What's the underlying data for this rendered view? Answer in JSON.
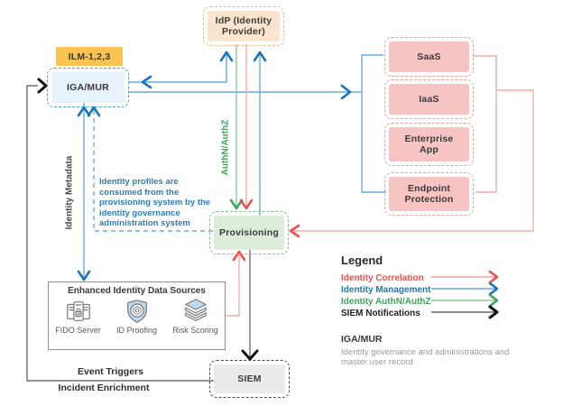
{
  "diagram": {
    "nodes": {
      "ilm": "ILM-1,2,3",
      "iga": "IGA/MUR",
      "idp": "IdP (Identity Provider)",
      "saas": "SaaS",
      "iaas": "IaaS",
      "enterprise_app": "Enterprise App",
      "endpoint_protection": "Endpoint Protection",
      "provisioning": "Provisioning",
      "siem": "SIEM"
    },
    "edge_labels": {
      "identity_metadata": "Identity Metadata",
      "authn_authz": "AuthN/AuthZ",
      "event_triggers": "Event Triggers",
      "incident_enrichment": "Incident Enrichment"
    },
    "annotation": "Identity profiles are consumed from the provisioning system by the identity governance administration system",
    "data_sources": {
      "title": "Enhanced Identity Data Sources",
      "items": [
        {
          "label": "FIDO Server",
          "icon": "fido-server-icon"
        },
        {
          "label": "ID Proofing",
          "icon": "id-proofing-shield-icon"
        },
        {
          "label": "Risk Scoring",
          "icon": "risk-scoring-layers-icon"
        }
      ]
    }
  },
  "legend": {
    "title": "Legend",
    "items": [
      {
        "label": "Identity Correlation",
        "color": "#E8524F"
      },
      {
        "label": "Identity Management",
        "color": "#1B75BC"
      },
      {
        "label": "Identity AuthN/AuthZ",
        "color": "#3FA45C"
      },
      {
        "label": "SIEM Notifications",
        "color": "#1F1F1F"
      }
    ],
    "abbreviation": {
      "term": "IGA/MUR",
      "definition": "Identity governance and administrations and master user record"
    }
  },
  "colors": {
    "blue_line": "#69ACDB",
    "blue_arrow": "#1B75BC",
    "green_line": "#8FCA9E",
    "green_arrow": "#3FA45C",
    "pink_line": "#F4ABA6",
    "red_arrow": "#E8524F",
    "gray_line": "#777777",
    "black_arrow": "#111111",
    "ilm_bg": "#F9C452",
    "iga_bg": "#E7F3FB",
    "iga_border": "#4D9FD8",
    "idp_bg": "#FBE4CD",
    "idp_border": "#F2BA88",
    "app_bg": "#F5C4C3",
    "app_border": "#EE9C9C",
    "provisioning_bg": "#DDEDDA",
    "provisioning_border": "#81C28C",
    "siem_bg": "#EBEBED",
    "siem_border": "#4A4A4A",
    "annotation_text": "#2D7DC2"
  }
}
